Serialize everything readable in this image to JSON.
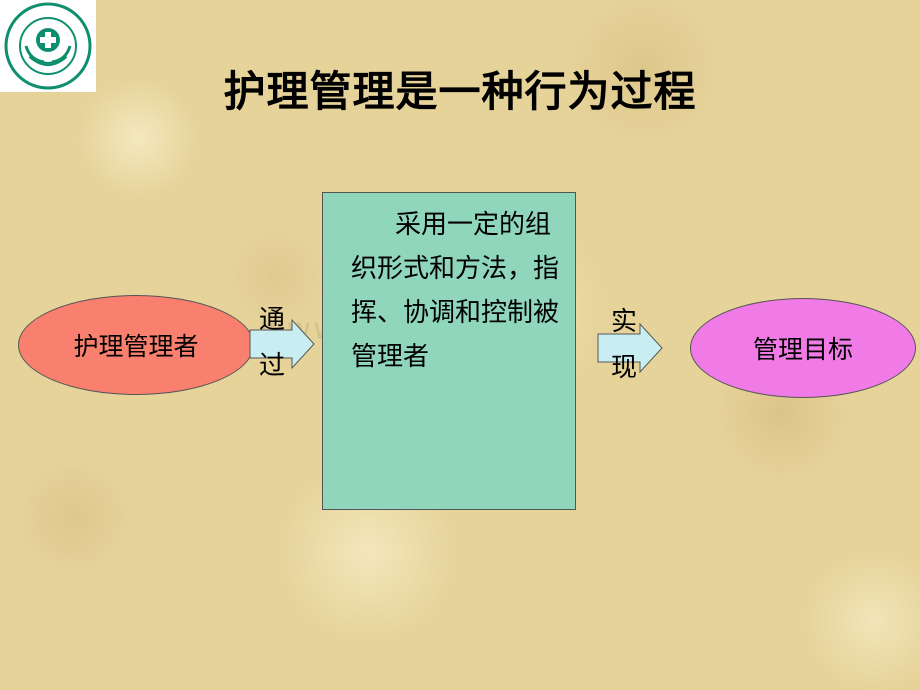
{
  "slide": {
    "title": "护理管理是一种行为过程"
  },
  "diagram": {
    "left_node": "护理管理者",
    "center_box": "采用一定的组织形式和方法，指挥、协调和控制被管理者",
    "right_node": "管理目标",
    "arrow_left_label": {
      "char1": "通",
      "char2": "过"
    },
    "arrow_right_label": {
      "char1": "实",
      "char2": "现"
    }
  },
  "watermark": "www.zixin.com.cn",
  "colors": {
    "left_node_fill": "#f97f6f",
    "right_node_fill": "#f07ae6",
    "center_box_fill": "#8fd6bc",
    "arrow_fill": "#c9eef2"
  }
}
